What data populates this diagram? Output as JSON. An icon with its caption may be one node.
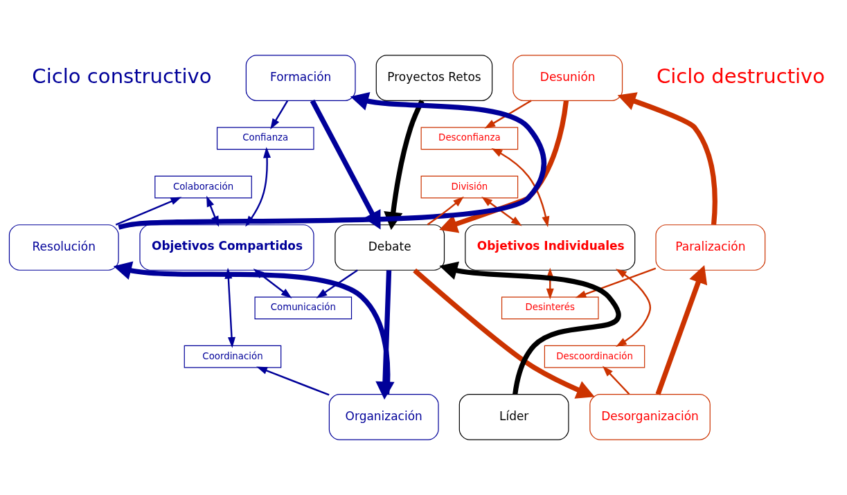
{
  "diagram": {
    "nodes": [
      {
        "text": [
          "Proyectos Retos"
        ]
      },
      {
        "text": [
          "Formación"
        ]
      },
      {
        "text": [
          "Desunión"
        ]
      },
      {
        "text": [
          "Confianza"
        ]
      },
      {
        "text": [
          "Desconfianza"
        ]
      },
      {
        "text": [
          "Colaboración"
        ]
      },
      {
        "text": [
          "División"
        ]
      },
      {
        "text": [
          "Resolución"
        ]
      },
      {
        "text": [
          "Objetivos Compartidos"
        ]
      },
      {
        "text": [
          "Debate"
        ]
      },
      {
        "text": [
          "Objetivos Individuales"
        ]
      },
      {
        "text": [
          "Paralización"
        ]
      },
      {
        "text": [
          "Comunicación"
        ]
      },
      {
        "text": [
          "Desinterés"
        ]
      },
      {
        "text": [
          "Coordinación"
        ]
      },
      {
        "text": [
          "Descoordinación"
        ]
      },
      {
        "text": [
          "Organización"
        ]
      },
      {
        "text": [
          "Desorganización"
        ]
      },
      {
        "text": [
          "Líder"
        ]
      }
    ],
    "edges": [
      {
        "from": 0,
        "to": 9,
        "arrow": "to",
        "style": "thick",
        "color": "#000000"
      },
      {
        "from": 1,
        "to": 9,
        "arrow": "to",
        "style": "thick",
        "color": "#000099"
      },
      {
        "from": 1,
        "to": 3,
        "arrow": "to",
        "color": "#000099"
      },
      {
        "from": 3,
        "to": 8,
        "arrow": "both",
        "color": "#000099"
      },
      {
        "from": 7,
        "to": 5,
        "arrow": "to",
        "color": "#000099"
      },
      {
        "from": 5,
        "to": 8,
        "arrow": "both",
        "color": "#000099"
      },
      {
        "from": 8,
        "to": 12,
        "arrow": "both",
        "color": "#000099"
      },
      {
        "from": 9,
        "to": 12,
        "arrow": "to",
        "color": "#000099"
      },
      {
        "from": 8,
        "to": 14,
        "arrow": "both",
        "color": "#000099"
      },
      {
        "from": 16,
        "to": 14,
        "arrow": "to",
        "color": "#000099"
      },
      {
        "from": 9,
        "to": 16,
        "arrow": "to",
        "style": "thick",
        "color": "#000099"
      },
      {
        "from": 16,
        "to": 7,
        "arrow": "to",
        "style": "thick",
        "color": "#000099"
      },
      {
        "from": 7,
        "to": 1,
        "arrow": "to",
        "style": "thick",
        "color": "#000099"
      },
      {
        "from": 2,
        "to": 9,
        "arrow": "to",
        "style": "thick",
        "color": "#cc3300"
      },
      {
        "from": 2,
        "to": 4,
        "arrow": "to",
        "color": "#cc3300"
      },
      {
        "from": 4,
        "to": 10,
        "arrow": "both",
        "color": "#cc3300"
      },
      {
        "from": 9,
        "to": 6,
        "arrow": "to",
        "color": "#cc3300"
      },
      {
        "from": 6,
        "to": 10,
        "arrow": "both",
        "color": "#cc3300"
      },
      {
        "from": 10,
        "to": 13,
        "arrow": "both",
        "color": "#cc3300"
      },
      {
        "from": 11,
        "to": 13,
        "arrow": "to",
        "color": "#cc3300"
      },
      {
        "from": 10,
        "to": 15,
        "arrow": "both",
        "color": "#cc3300"
      },
      {
        "from": 17,
        "to": 15,
        "arrow": "to",
        "color": "#cc3300"
      },
      {
        "from": 9,
        "to": 17,
        "arrow": "to",
        "style": "thick",
        "color": "#cc3300"
      },
      {
        "from": 17,
        "to": 11,
        "arrow": "to",
        "style": "thick",
        "color": "#cc3300"
      },
      {
        "from": 11,
        "to": 2,
        "arrow": "to",
        "style": "thick",
        "color": "#cc3300"
      },
      {
        "from": 18,
        "to": 9,
        "arrow": "to",
        "style": "thick",
        "color": "#000000"
      }
    ],
    "labels": [
      "Ciclo constructivo",
      "Ciclo destructivo"
    ]
  }
}
